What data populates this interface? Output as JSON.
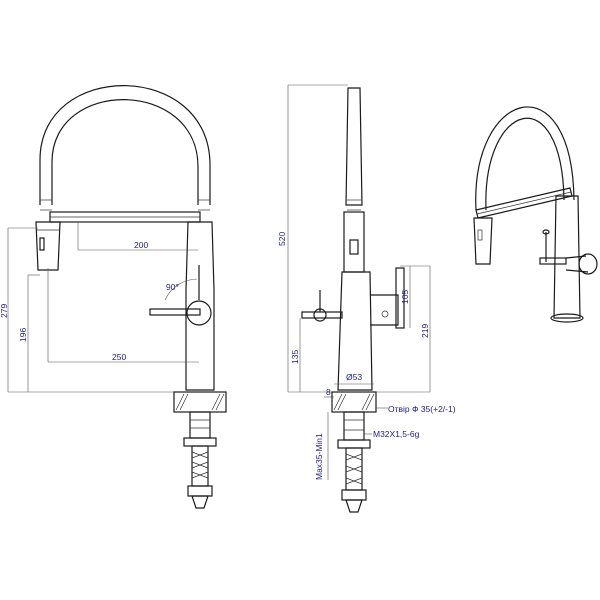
{
  "front_view": {
    "dim_200": "200",
    "dim_279": "279",
    "dim_196": "196",
    "dim_250": "250",
    "angle_90": "90°"
  },
  "side_view": {
    "dim_520": "520",
    "dim_105": "105",
    "dim_219": "219",
    "dim_135": "135",
    "dim_d53": "Ø53",
    "dim_8": "8",
    "hole_label": "Отвір Ф 35(+2/-1)",
    "thread_label": "M32X1,5-6g",
    "mount_label": "Max35-Min1"
  }
}
